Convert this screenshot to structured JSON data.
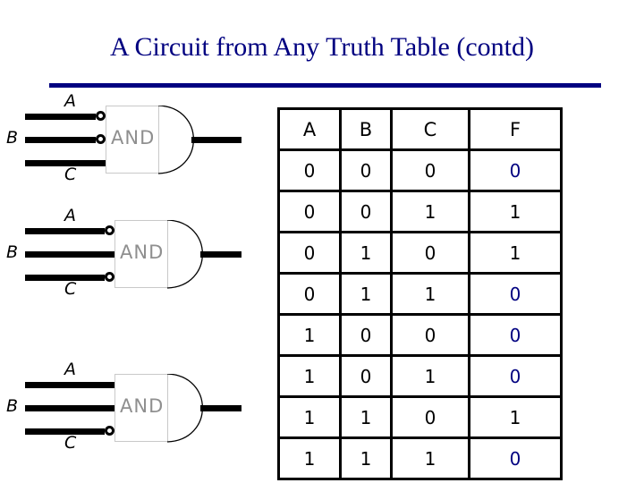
{
  "slide": {
    "title": "A Circuit from Any Truth Table (contd)",
    "accent_color": "#000080",
    "gate_body_color": "#ffffff",
    "gate_outline_color": "#c9c9c9",
    "gate_label_color": "#8f8f8f",
    "wire_color": "#000000"
  },
  "circuit": {
    "gates": [
      {
        "id": "gate-1",
        "label": "AND",
        "inputs": [
          {
            "name": "A",
            "inverted": true
          },
          {
            "name": "B",
            "inverted": true
          },
          {
            "name": "C",
            "inverted": false
          }
        ]
      },
      {
        "id": "gate-2",
        "label": "AND",
        "inputs": [
          {
            "name": "A",
            "inverted": true
          },
          {
            "name": "B",
            "inverted": false
          },
          {
            "name": "C",
            "inverted": true
          }
        ]
      },
      {
        "id": "gate-3",
        "label": "AND",
        "inputs": [
          {
            "name": "A",
            "inverted": false
          },
          {
            "name": "B",
            "inverted": false
          },
          {
            "name": "C",
            "inverted": true
          }
        ]
      }
    ]
  },
  "truth_table": {
    "headers": [
      "A",
      "B",
      "C",
      "F"
    ],
    "rows": [
      {
        "A": "0",
        "B": "0",
        "C": "0",
        "F": "0"
      },
      {
        "A": "0",
        "B": "0",
        "C": "1",
        "F": "1"
      },
      {
        "A": "0",
        "B": "1",
        "C": "0",
        "F": "1"
      },
      {
        "A": "0",
        "B": "1",
        "C": "1",
        "F": "0"
      },
      {
        "A": "1",
        "B": "0",
        "C": "0",
        "F": "0"
      },
      {
        "A": "1",
        "B": "0",
        "C": "1",
        "F": "0"
      },
      {
        "A": "1",
        "B": "1",
        "C": "0",
        "F": "1"
      },
      {
        "A": "1",
        "B": "1",
        "C": "1",
        "F": "0"
      }
    ],
    "zero_color": "#000080",
    "one_color": "#000000"
  }
}
